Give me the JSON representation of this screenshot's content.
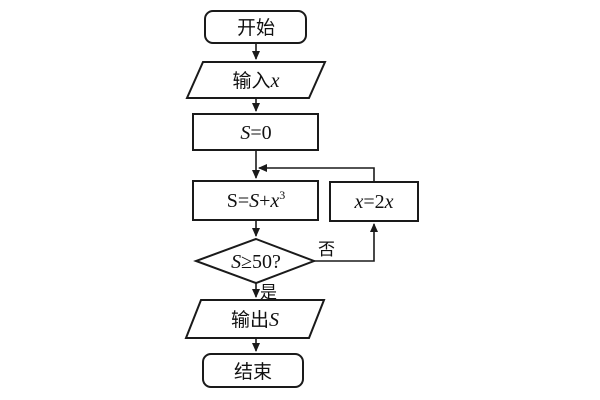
{
  "flowchart": {
    "start": "开始",
    "input": {
      "prefix": "输入",
      "var": "x"
    },
    "init": {
      "var": "S",
      "rest": "=0"
    },
    "update": {
      "s1": "S",
      "eq": "=",
      "s2": "S",
      "plus": "+",
      "x": "x",
      "exp": "3"
    },
    "double": {
      "x1": "x",
      "eq": "=2",
      "x2": "x"
    },
    "condition": {
      "var": "S",
      "rest": "≥50?"
    },
    "no_label": "否",
    "yes_label": "是",
    "output": {
      "prefix": "输出",
      "var": "S"
    },
    "end": "结束"
  }
}
